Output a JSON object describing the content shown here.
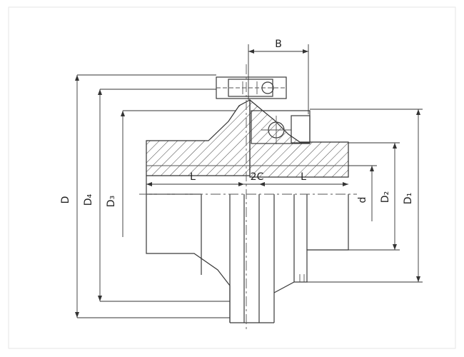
{
  "diagram": {
    "labels": {
      "B": "B",
      "L_left": "L",
      "C2": "2C",
      "L_right": "L",
      "D": "D",
      "D4": "D₄",
      "D3": "D₃",
      "d": "d",
      "D2": "D₂",
      "D1": "D₁"
    },
    "colors": {
      "line": "#3a3a3a",
      "background": "#ffffff"
    }
  }
}
